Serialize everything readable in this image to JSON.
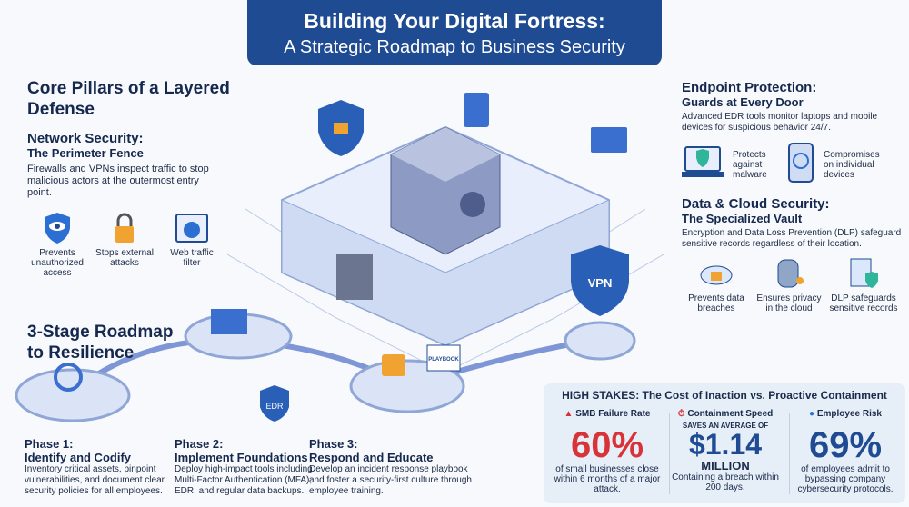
{
  "title": {
    "line1": "Building Your Digital Fortress:",
    "line2": "A Strategic Roadmap to Business Security"
  },
  "left": {
    "heading": "Core Pillars of a Layered Defense",
    "network": {
      "title": "Network Security:",
      "subtitle": "The Perimeter Fence",
      "body": "Firewalls and VPNs inspect traffic to stop malicious actors at the outermost entry point.",
      "icons": [
        {
          "icon": "shield-eye-icon",
          "label": "Prevents unauthorized access"
        },
        {
          "icon": "padlock-network-icon",
          "label": "Stops external attacks"
        },
        {
          "icon": "web-globe-icon",
          "label": "Web traffic filter"
        }
      ]
    }
  },
  "right": {
    "endpoint": {
      "title": "Endpoint Protection:",
      "subtitle": "Guards at Every Door",
      "body": "Advanced EDR tools monitor laptops and mobile devices for suspicious behavior 24/7.",
      "icons": [
        {
          "icon": "laptop-shield-icon",
          "label": "Protects against malware"
        },
        {
          "icon": "phone-fingerprint-icon",
          "label": "Compromises on individual devices"
        }
      ]
    },
    "data": {
      "title": "Data & Cloud Security:",
      "subtitle": "The Specialized Vault",
      "body": "Encryption and Data Loss Prevention (DLP) safeguard sensitive records regardless of their location.",
      "icons": [
        {
          "icon": "cloud-lock-icon",
          "label": "Prevents data breaches"
        },
        {
          "icon": "database-key-icon",
          "label": "Ensures privacy in the cloud"
        },
        {
          "icon": "document-shield-icon",
          "label": "DLP safeguards sensitive records"
        }
      ]
    }
  },
  "illustration": {
    "vpn": "VPN",
    "edr": "EDR",
    "playbook": "PLAYBOOK"
  },
  "roadmap": {
    "heading": "3-Stage Roadmap to Resilience",
    "phases": [
      {
        "num": "Phase 1:",
        "title": "Identify and Codify",
        "body": "Inventory critical assets, pinpoint vulnerabilities, and document clear security policies for all employees."
      },
      {
        "num": "Phase 2:",
        "title": "Implement Foundations",
        "body": "Deploy high-impact tools including Multi-Factor Authentication (MFA), EDR, and regular data backups."
      },
      {
        "num": "Phase 3:",
        "title": "Respond and Educate",
        "body": "Develop an incident response playbook and foster a security-first culture through employee training."
      }
    ]
  },
  "stats": {
    "heading": "HIGH STAKES: The Cost of Inaction vs. Proactive Containment",
    "items": [
      {
        "label": "SMB Failure Rate",
        "pre": "",
        "value": "60%",
        "unit": "",
        "desc": "of small businesses close within 6 months of a major attack.",
        "color": "#d9333a"
      },
      {
        "label": "Containment Speed",
        "pre": "SAVES AN AVERAGE OF",
        "value": "$1.14",
        "unit": "MILLION",
        "desc": "Containing a breach within 200 days.",
        "color": "#1f4b93"
      },
      {
        "label": "Employee Risk",
        "pre": "",
        "value": "69%",
        "unit": "",
        "desc": "of employees admit to bypassing company cybersecurity protocols.",
        "color": "#1f4b93"
      }
    ]
  },
  "colors": {
    "brand": "#1f4b93",
    "danger": "#d9333a",
    "accent": "#f0a330"
  }
}
